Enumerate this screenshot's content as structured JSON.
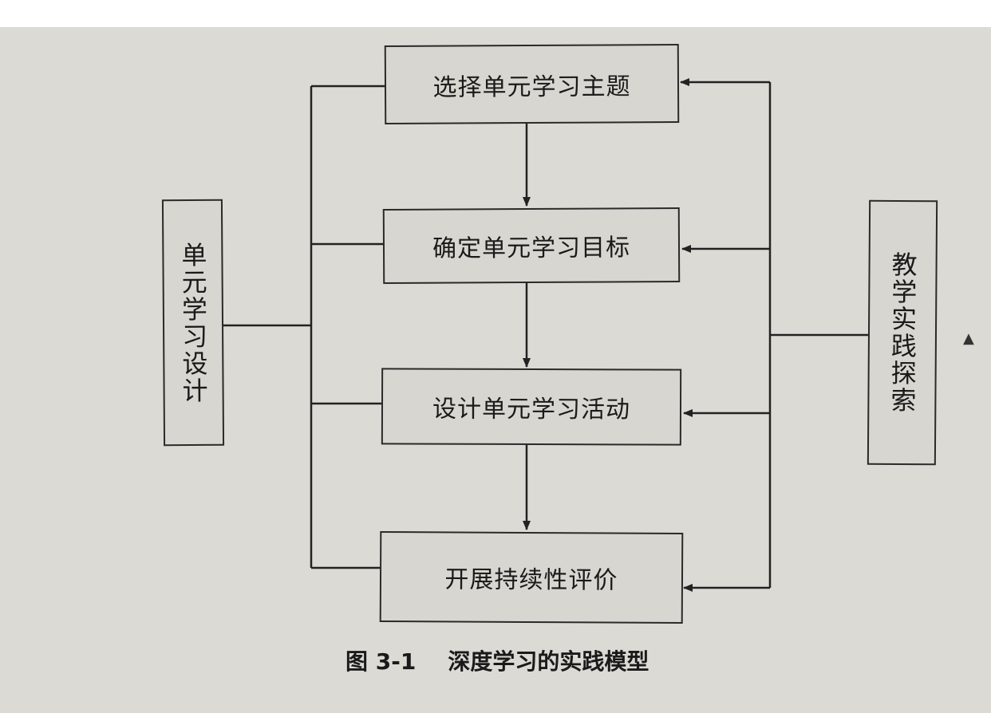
{
  "diagram": {
    "steps": [
      "选择单元学习主题",
      "确定单元学习目标",
      "设计单元学习活动",
      "开展持续性评价"
    ],
    "left_label": "单元学习设计",
    "right_label": "教学实践探索"
  },
  "caption": {
    "figure_number": "图 3-1",
    "title": "深度学习的实践模型"
  }
}
